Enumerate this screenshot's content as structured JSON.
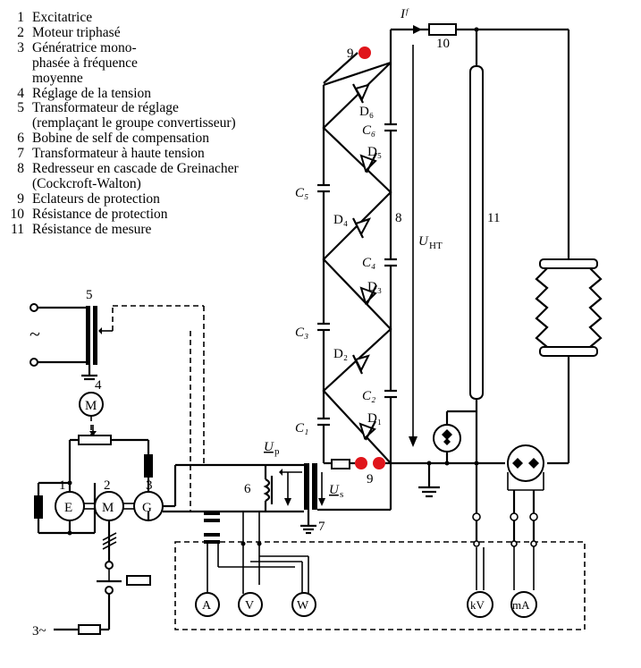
{
  "legend": [
    {
      "num": "1",
      "text": "Excitatrice"
    },
    {
      "num": "2",
      "text": "Moteur triphasé"
    },
    {
      "num": "3",
      "text": "Génératrice mono-\nphasée à fréquence\nmoyenne"
    },
    {
      "num": "4",
      "text": "Réglage de la tension"
    },
    {
      "num": "5",
      "text": "Transformateur de réglage\n(remplaçant le groupe convertisseur)"
    },
    {
      "num": "6",
      "text": "Bobine de self de compensation"
    },
    {
      "num": "7",
      "text": "Transformateur à haute tension"
    },
    {
      "num": "8",
      "text": "Redresseur en cascade de Greinacher\n(Cockcroft-Walton)"
    },
    {
      "num": "9",
      "text": "Eclateurs de protection"
    },
    {
      "num": "10",
      "text": "Résistance de protection"
    },
    {
      "num": "11",
      "text": "Résistance de mesure"
    }
  ],
  "labels": {
    "n1": "1",
    "n2": "2",
    "n3": "3",
    "n4": "4",
    "n5": "5",
    "n6": "6",
    "n7": "7",
    "n8": "8",
    "n9a": "9",
    "n9b": "9",
    "n10": "10",
    "n11": "11",
    "ac_in": "~",
    "ac_3phase": "3~",
    "exciter": "E",
    "motor": "M",
    "generator": "G",
    "reg_motor": "M",
    "meter_a": "A",
    "meter_v": "V",
    "meter_w": "W",
    "meter_kv": "kV",
    "meter_ma": "mA",
    "d1": "D₁",
    "d2": "D₂",
    "d3": "D₃",
    "d4": "D₄",
    "d5": "D₅",
    "d6": "D₆",
    "c1": "C₁",
    "c2": "C₂",
    "c3": "C₃",
    "c4": "C₄",
    "c5": "C₅",
    "c6": "C₆",
    "i_f": "Iᶠ",
    "u_ht_main": "U",
    "u_ht_sub": "HT",
    "u_p_main": "U",
    "u_p_sub": "p",
    "u_s_main": "U",
    "u_s_sub": "s"
  },
  "colors": {
    "line": "#000000",
    "spark_gap": "#e0151b"
  }
}
